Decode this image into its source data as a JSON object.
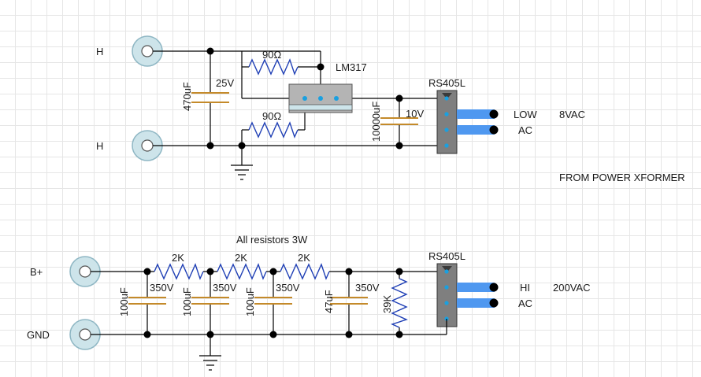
{
  "top": {
    "terminal_label_1": "H",
    "terminal_label_2": "H",
    "cap_value": "470uF",
    "cap_voltage": "25V",
    "res_upper": "90Ω",
    "res_lower": "90Ω",
    "regulator": "LM317",
    "bridge": "RS405L",
    "filter_cap_value": "10000uF",
    "filter_cap_voltage": "10V",
    "input_line1_a": "LOW",
    "input_line1_b": "8VAC",
    "input_line2": "AC",
    "source_note": "FROM POWER XFORMER"
  },
  "bottom": {
    "note": "All resistors 3W",
    "terminal_label_1": "B+",
    "terminal_label_2": "GND",
    "res_1": "2K",
    "res_2": "2K",
    "res_3": "2K",
    "res_bleeder": "39K",
    "cap_1_value": "100uF",
    "cap_1_voltage": "350V",
    "cap_2_value": "100uF",
    "cap_2_voltage": "350V",
    "cap_3_value": "100uF",
    "cap_3_voltage": "350V",
    "cap_4_value": "47uF",
    "cap_4_voltage": "350V",
    "bridge": "RS405L",
    "input_line1_a": "HI",
    "input_line1_b": "200VAC",
    "input_line2": "AC"
  }
}
